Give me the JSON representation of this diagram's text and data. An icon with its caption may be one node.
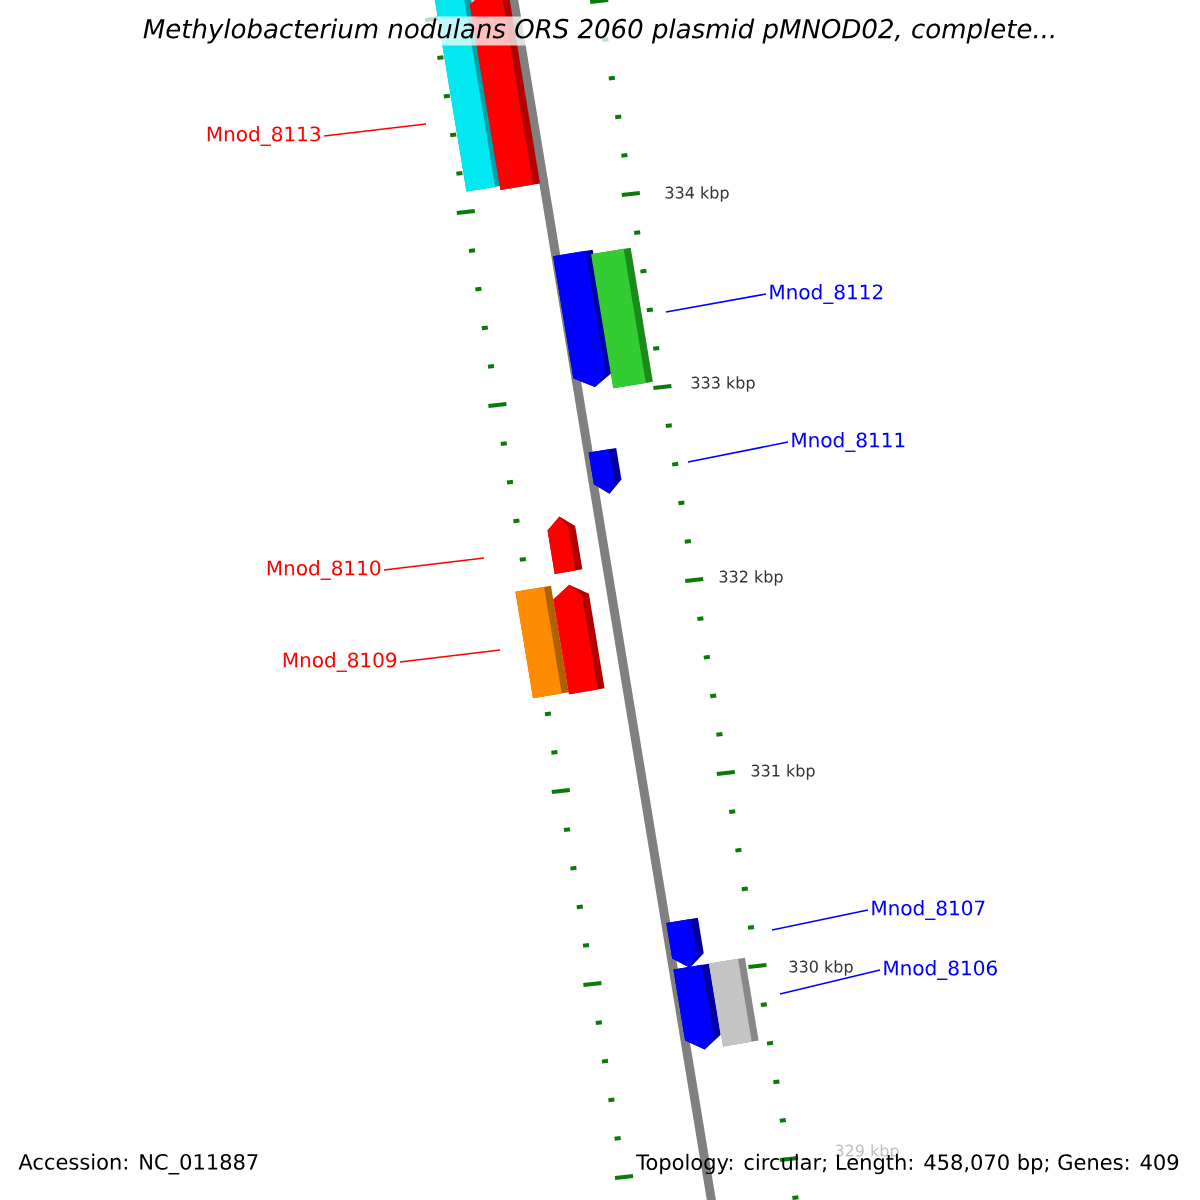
{
  "diagram": {
    "title": "Methylobacterium nodulans ORS 2060 plasmid pMNOD02, complete...",
    "nodes": [
      {
        "text": [
          "Mnod_8113"
        ]
      },
      {
        "text": [
          "Mnod_8112"
        ]
      },
      {
        "text": [
          "Mnod_8111"
        ]
      },
      {
        "text": [
          "Mnod_8110"
        ]
      },
      {
        "text": [
          "Mnod_8109"
        ]
      },
      {
        "text": [
          "Mnod_8107"
        ]
      },
      {
        "text": [
          "Mnod_8106"
        ]
      }
    ],
    "edges": [
      {
        "from": 0,
        "to": null,
        "arrow": "none",
        "color": "#ff0000"
      },
      {
        "from": 1,
        "to": null,
        "arrow": "none"
      },
      {
        "from": 2,
        "to": null,
        "arrow": "none"
      },
      {
        "from": 3,
        "to": null,
        "arrow": "none",
        "color": "#ff0000"
      },
      {
        "from": 4,
        "to": null,
        "arrow": "none",
        "color": "#ff0000"
      },
      {
        "from": 5,
        "to": null,
        "arrow": "none"
      },
      {
        "from": 6,
        "to": null,
        "arrow": "none"
      }
    ],
    "labels": [
      "334 kbp",
      "333 kbp",
      "332 kbp",
      "331 kbp",
      "330 kbp",
      "329 kbp",
      "Accession: NC_011887",
      "Topology: circular; Length: 458,070 bp; Genes: 409"
    ]
  }
}
